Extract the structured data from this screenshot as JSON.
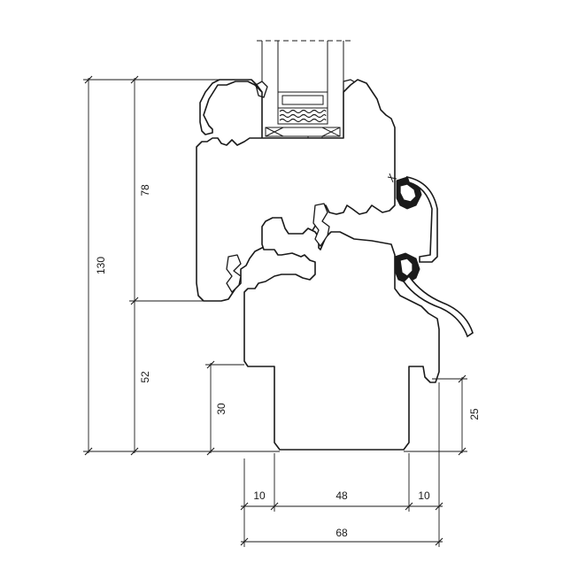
{
  "dimensions": {
    "overall_height": "130",
    "frame_height": "78",
    "sash_height": "52",
    "sash_lower": "30",
    "drip_height": "25",
    "left_offset": "10",
    "core_width": "48",
    "right_offset": "10",
    "overall_width": "68"
  }
}
